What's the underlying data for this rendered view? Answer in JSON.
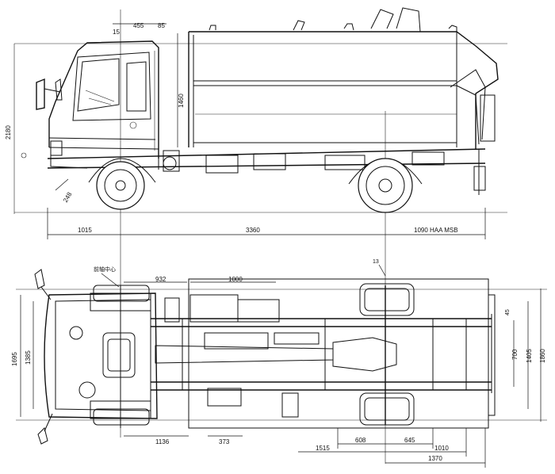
{
  "side_view": {
    "dims": {
      "d15": "15",
      "d455": "455",
      "d85": "85",
      "d1460": "1460",
      "d2180": "2180",
      "d248": "248",
      "front_overhang": "1015",
      "wheelbase": "3360",
      "rear_overhang": "1090",
      "rear_note": "1090 HAA MSB"
    }
  },
  "plan_view": {
    "dims": {
      "label_front_axle": "前轴中心",
      "d932": "932",
      "d1000": "1000",
      "d1695": "1695",
      "d1385": "1385",
      "d700": "700",
      "d1405": "1405",
      "d1860": "1860",
      "d45": "45",
      "d1136": "1136",
      "d373": "373",
      "d608": "608",
      "d645": "645",
      "d1515": "1515",
      "d1010": "1010",
      "d1370": "1370",
      "tag": "13"
    }
  }
}
